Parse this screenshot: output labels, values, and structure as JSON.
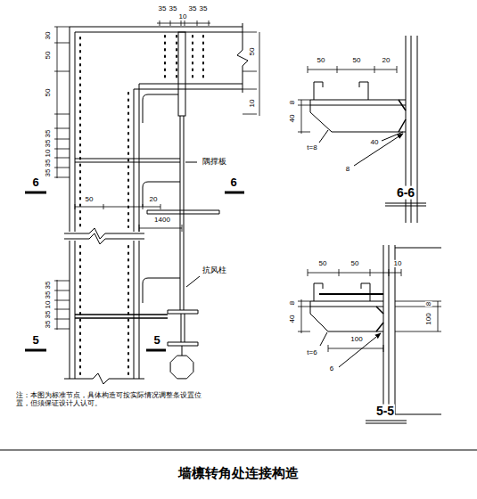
{
  "diagram": {
    "title": "墙檩转角处连接构造",
    "labels": [
      "35",
      "35",
      "35",
      "35",
      "10",
      "30",
      "50",
      "50",
      "35",
      "35",
      "10",
      "35",
      "35",
      "50",
      "10",
      "隅撑板",
      "6",
      "6",
      "50",
      "20",
      "1400",
      "抗风柱",
      "35",
      "35",
      "10",
      "35",
      "35",
      "5",
      "5",
      "注：本图为标准节点，具体构造可按实际情况调整条设置位置，但须保证设计人认可。",
      "50",
      "50",
      "20",
      "8",
      "40",
      "t=8",
      "40",
      "8",
      "6-6",
      "50",
      "50",
      "10",
      "8",
      "40",
      "t=6",
      "100",
      "6",
      "8",
      "100",
      "5-5"
    ]
  }
}
